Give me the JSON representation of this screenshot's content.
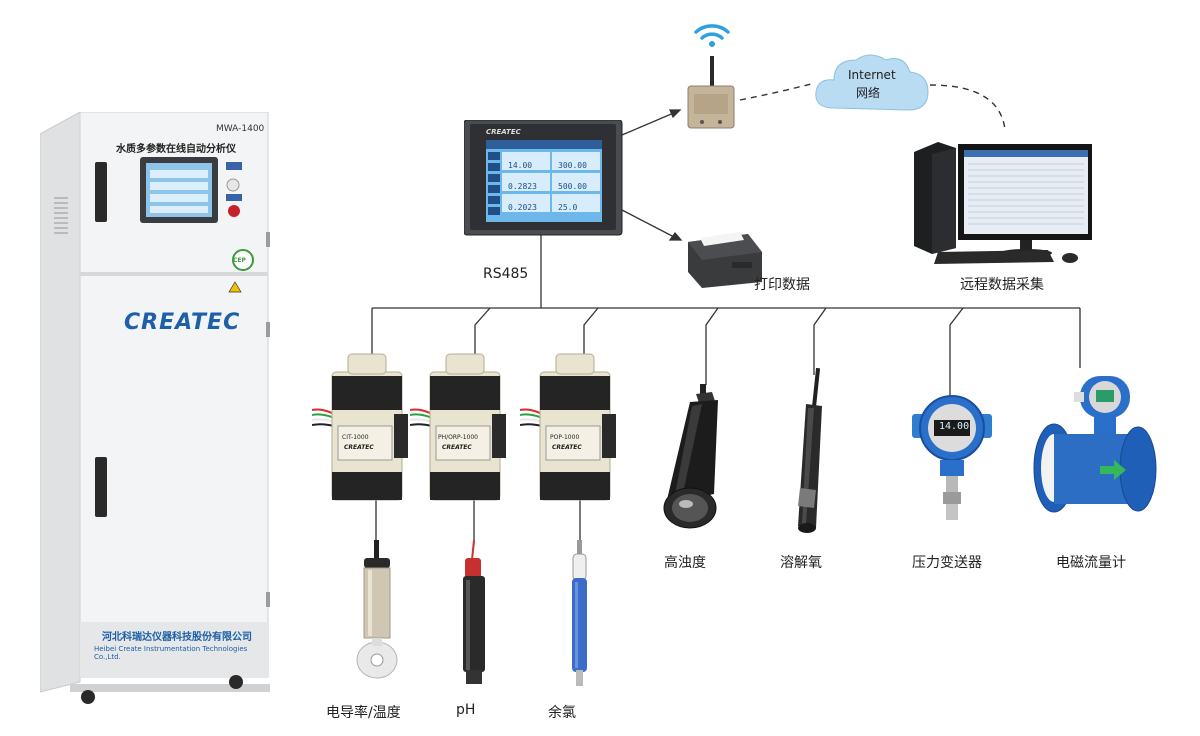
{
  "cabinet": {
    "model": "MWA-1400",
    "title": "水质多参数在线自动分析仪",
    "brand": "CREATEC",
    "company_cn": "河北科瑞达仪器科技股份有限公司",
    "company_en": "Heibei Create Instrumentation Technologies Co.,Ltd.",
    "cep_badge": "CEP"
  },
  "bus_label": "RS485",
  "internet": {
    "line1": "Internet",
    "line2": "网络"
  },
  "outputs": {
    "print_label": "打印数据",
    "remote_label": "远程数据采集"
  },
  "hmi": {
    "brand": "CREATEC",
    "values": [
      "14.00",
      "300.00",
      "0.2823",
      "500.00",
      "0.2023",
      "25.0"
    ]
  },
  "modules": [
    {
      "code": "CIT-1000",
      "brand": "CREATEC",
      "label": "电导率/温度"
    },
    {
      "code": "PH/ORP-1000",
      "brand": "CREATEC",
      "label": "pH"
    },
    {
      "code": "POP-1000",
      "brand": "CREATEC",
      "label": "余氯"
    }
  ],
  "sensors": [
    {
      "label": "高浊度"
    },
    {
      "label": "溶解氧"
    },
    {
      "label": "压力变送器",
      "display": "14.00"
    },
    {
      "label": "电磁流量计"
    }
  ],
  "colors": {
    "brand_blue": "#1d5fa8",
    "cloud": "#b9dcf2",
    "line": "#333333",
    "cabinet": "#f1f2f3"
  }
}
